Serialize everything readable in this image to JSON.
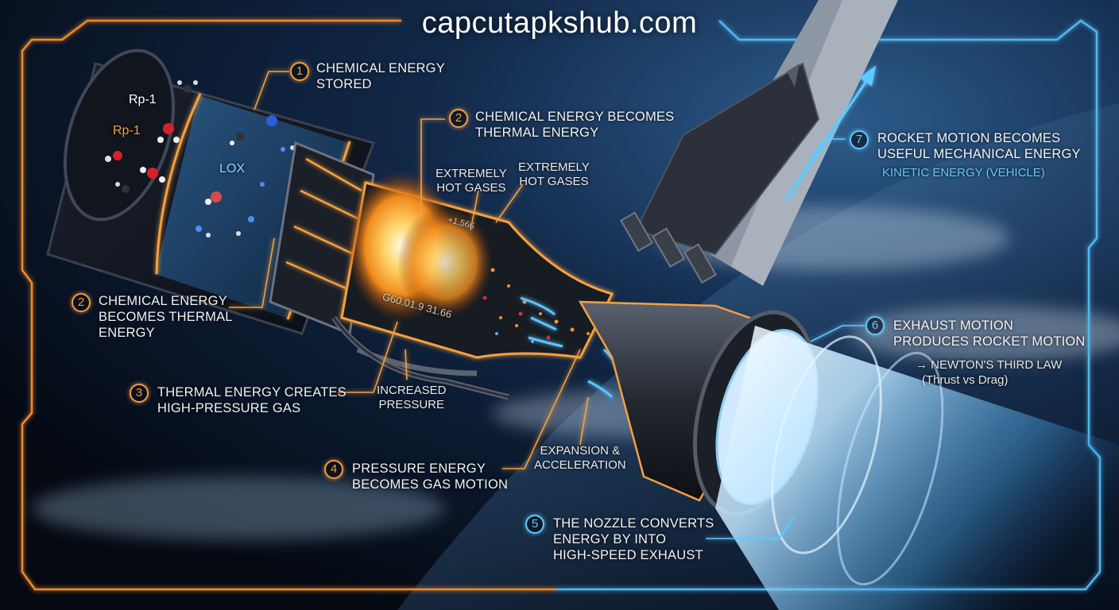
{
  "site_title": "capcutapkshub.com",
  "colors": {
    "orange_accent": "#f59b3c",
    "blue_accent": "#5fc9ff",
    "background": "#050a14"
  },
  "tank": {
    "rp1_white": "Rp-1",
    "rp1_orange": "Rp-1",
    "lox": "LOX"
  },
  "steps": {
    "s1": {
      "num": "1",
      "lines": [
        "CHEMICAL ENERGY",
        "STORED"
      ]
    },
    "s2_top": {
      "num": "2",
      "lines": [
        "CHEMICAL ENERGY BECOMES",
        "THERMAL ENERGY"
      ]
    },
    "s2_left": {
      "num": "2",
      "lines": [
        "CHEMICAL ENERGY",
        "BECOMES THERMAL",
        "ENERGY"
      ]
    },
    "s3": {
      "num": "3",
      "lines": [
        "THERMAL ENERGY CREATES",
        "HIGH-PRESSURE GAS"
      ]
    },
    "s4": {
      "num": "4",
      "lines": [
        "PRESSURE ENERGY",
        "BECOMES GAS MOTION"
      ]
    },
    "s5": {
      "num": "5",
      "lines": [
        "THE NOZZLE CONVERTS",
        "ENERGY BY INTO",
        "HIGH-SPEED EXHAUST"
      ]
    },
    "s6": {
      "num": "6",
      "lines": [
        "EXHAUST MOTION",
        "PRODUCES ROCKET MOTION"
      ],
      "sub1": "→ NEWTON'S THIRD LAW",
      "sub2": "(Thrust vs Drag)"
    },
    "s7": {
      "num": "7",
      "lines": [
        "ROCKET MOTION BECOMES",
        "USEFUL MECHANICAL ENERGY"
      ],
      "sub": "KINETIC ENERGY (VEHICLE)"
    }
  },
  "annotations": {
    "hot_gases_1": [
      "EXTREMELY",
      "HOT GASES"
    ],
    "hot_gases_2": [
      "EXTREMELY",
      "HOT GASES"
    ],
    "increased_pressure": [
      "INCREASED",
      "PRESSURE"
    ],
    "expansion": [
      "EXPANSION &",
      "ACCELERATION"
    ],
    "chamber_text_1": "+1.566",
    "chamber_text_2": "G60.01.9 31.66"
  }
}
